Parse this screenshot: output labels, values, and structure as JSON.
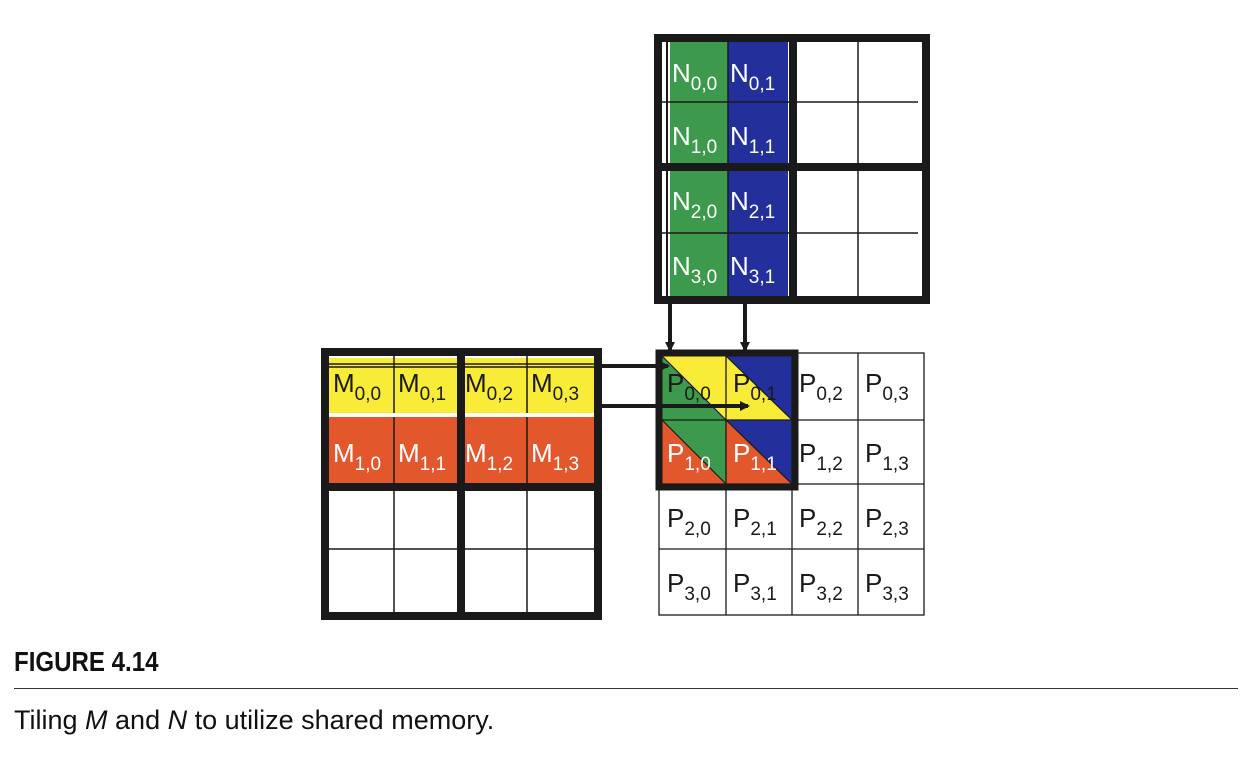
{
  "figure": {
    "label": "FIGURE 4.14",
    "caption_prefix": "Tiling ",
    "caption_m": "M",
    "caption_and": " and ",
    "caption_n": "N",
    "caption_suffix": " to utilize shared memory."
  },
  "colors": {
    "green": "#3d9a4c",
    "blue": "#23309b",
    "yellow": "#f8ec39",
    "orange": "#e2572c",
    "border": "#1a1a1a"
  },
  "n_matrix": {
    "cells": [
      {
        "base": "N",
        "sub": "0,0"
      },
      {
        "base": "N",
        "sub": "0,1"
      },
      {
        "base": "N",
        "sub": "1,0"
      },
      {
        "base": "N",
        "sub": "1,1"
      },
      {
        "base": "N",
        "sub": "2,0"
      },
      {
        "base": "N",
        "sub": "2,1"
      },
      {
        "base": "N",
        "sub": "3,0"
      },
      {
        "base": "N",
        "sub": "3,1"
      }
    ]
  },
  "m_matrix": {
    "cells": [
      {
        "base": "M",
        "sub": "0,0"
      },
      {
        "base": "M",
        "sub": "0,1"
      },
      {
        "base": "M",
        "sub": "0,2"
      },
      {
        "base": "M",
        "sub": "0,3"
      },
      {
        "base": "M",
        "sub": "1,0"
      },
      {
        "base": "M",
        "sub": "1,1"
      },
      {
        "base": "M",
        "sub": "1,2"
      },
      {
        "base": "M",
        "sub": "1,3"
      }
    ]
  },
  "p_matrix": {
    "cells": [
      {
        "base": "P",
        "sub": "0,0"
      },
      {
        "base": "P",
        "sub": "0,1"
      },
      {
        "base": "P",
        "sub": "0,2"
      },
      {
        "base": "P",
        "sub": "0,3"
      },
      {
        "base": "P",
        "sub": "1,0"
      },
      {
        "base": "P",
        "sub": "1,1"
      },
      {
        "base": "P",
        "sub": "1,2"
      },
      {
        "base": "P",
        "sub": "1,3"
      },
      {
        "base": "P",
        "sub": "2,0"
      },
      {
        "base": "P",
        "sub": "2,1"
      },
      {
        "base": "P",
        "sub": "2,2"
      },
      {
        "base": "P",
        "sub": "2,3"
      },
      {
        "base": "P",
        "sub": "3,0"
      },
      {
        "base": "P",
        "sub": "3,1"
      },
      {
        "base": "P",
        "sub": "3,2"
      },
      {
        "base": "P",
        "sub": "3,3"
      }
    ]
  }
}
